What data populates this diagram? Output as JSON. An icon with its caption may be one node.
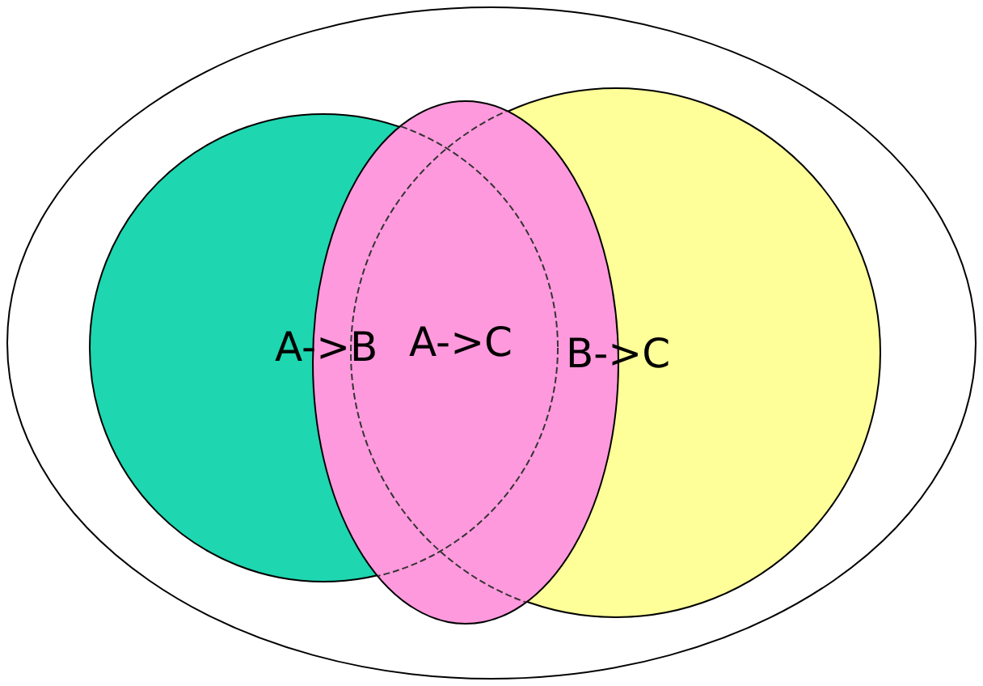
{
  "diagram": {
    "nodes": [
      {
        "text": [],
        "shape": "ellipse"
      },
      {
        "text": [],
        "shape": "circle",
        "in": 0
      },
      {
        "text": [],
        "shape": "circle",
        "in": 0
      },
      {
        "text": [],
        "shape": "ellipse",
        "in": 0
      }
    ],
    "edges": [],
    "labels": [
      "A->B",
      "A->C",
      "B->C"
    ]
  }
}
